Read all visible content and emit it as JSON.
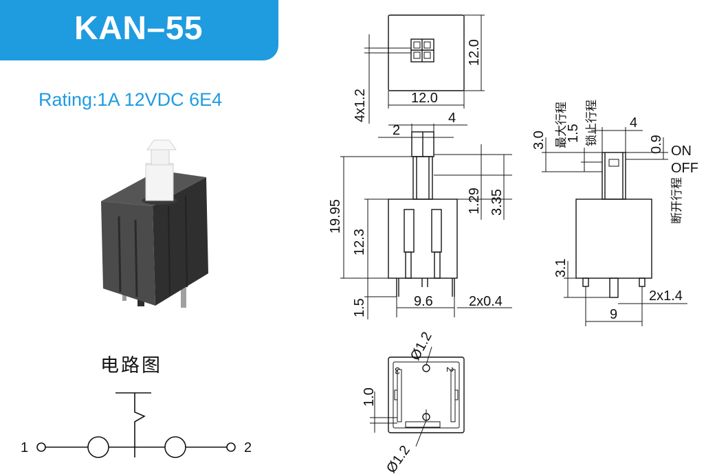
{
  "title": "KAN–55",
  "rating": "Rating:1A 12VDC 6E4",
  "circuit": {
    "title": "电路图",
    "pin_left": "1",
    "pin_right": "2"
  },
  "top_view": {
    "width_label": "12.0",
    "height_label": "12.0",
    "hole_label": "4x1.2"
  },
  "front_view": {
    "total_height": "19.95",
    "body_height": "12.3",
    "pin_length": "1.5",
    "top_offset": "1.29",
    "stem_height": "3.35",
    "stem_width": "2",
    "stem_gap": "4",
    "pin_spacing": "9.6",
    "pin_width": "2x0.4"
  },
  "side_view": {
    "max_travel_value": "3.0",
    "max_travel_label": "最大行程",
    "lock_travel_value": "1.5",
    "lock_travel_label": "锁止行程",
    "cap_width": "4",
    "on_offset": "0.9",
    "on_label": "ON",
    "off_label": "OFF",
    "break_travel_label": "断开行程",
    "pin_height": "3.1",
    "pin_width": "2x1.4",
    "pin_spacing": "9"
  },
  "bottom_view": {
    "hole_top": "Ø1.2",
    "hole_bottom": "Ø1.2",
    "side_offset": "1.0",
    "corner_number_left": "3",
    "corner_number_right": "2"
  },
  "colors": {
    "accent": "#1f9be0",
    "body": "#3a3a3a",
    "plunger": "#f0f0f0"
  }
}
